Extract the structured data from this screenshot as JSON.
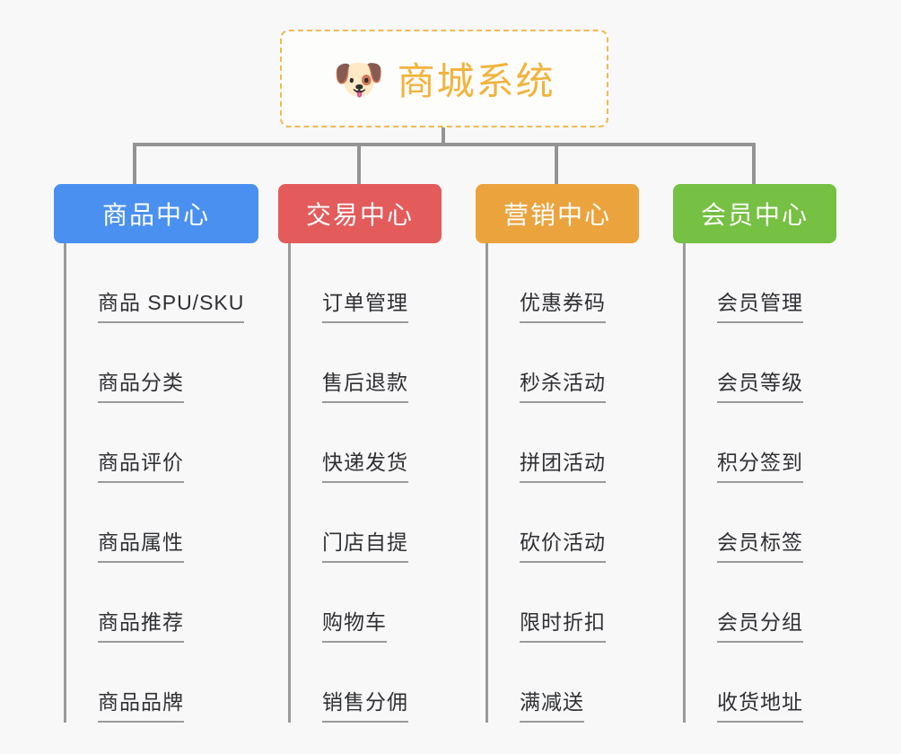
{
  "page": {
    "background_color": "#f8f8f8",
    "line_color": "#949494",
    "text_color": "#2f3034"
  },
  "root": {
    "icon": "dog-face-emoji",
    "icon_glyph": "🐶",
    "title": "商城系统",
    "title_color": "#f2b33d",
    "border_color": "#f0b953"
  },
  "branches": [
    {
      "label": "商品中心",
      "color": "#4a90f0",
      "items": [
        "商品 SPU/SKU",
        "商品分类",
        "商品评价",
        "商品属性",
        "商品推荐",
        "商品品牌"
      ]
    },
    {
      "label": "交易中心",
      "color": "#e35b5b",
      "items": [
        "订单管理",
        "售后退款",
        "快递发货",
        "门店自提",
        "购物车",
        "销售分佣"
      ]
    },
    {
      "label": "营销中心",
      "color": "#eba33e",
      "items": [
        "优惠券码",
        "秒杀活动",
        "拼团活动",
        "砍价活动",
        "限时折扣",
        "满减送"
      ]
    },
    {
      "label": "会员中心",
      "color": "#76c043",
      "items": [
        "会员管理",
        "会员等级",
        "积分签到",
        "会员标签",
        "会员分组",
        "收货地址"
      ]
    }
  ]
}
